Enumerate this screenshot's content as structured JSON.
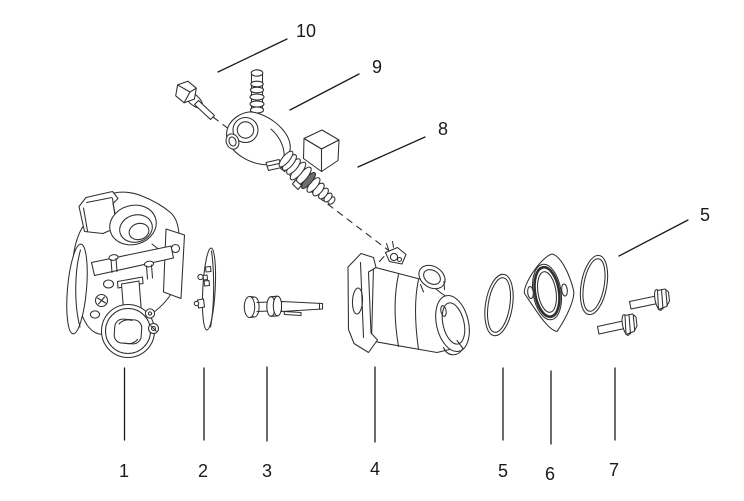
{
  "diagram": {
    "background_color": "#ffffff",
    "line_color": "#2f2f2f",
    "accent_line_color": "#1b1b1b",
    "callout_color": "#1a1a1a",
    "seal_band_color": "#6e6e6e",
    "callouts": {
      "diagonal": [
        {
          "label": "10"
        },
        {
          "label": "9"
        },
        {
          "label": "8"
        },
        {
          "label": "5"
        }
      ],
      "bottom": [
        {
          "label": "1"
        },
        {
          "label": "2"
        },
        {
          "label": "3"
        },
        {
          "label": "4"
        },
        {
          "label": "5"
        },
        {
          "label": "6"
        },
        {
          "label": "7"
        }
      ]
    }
  }
}
